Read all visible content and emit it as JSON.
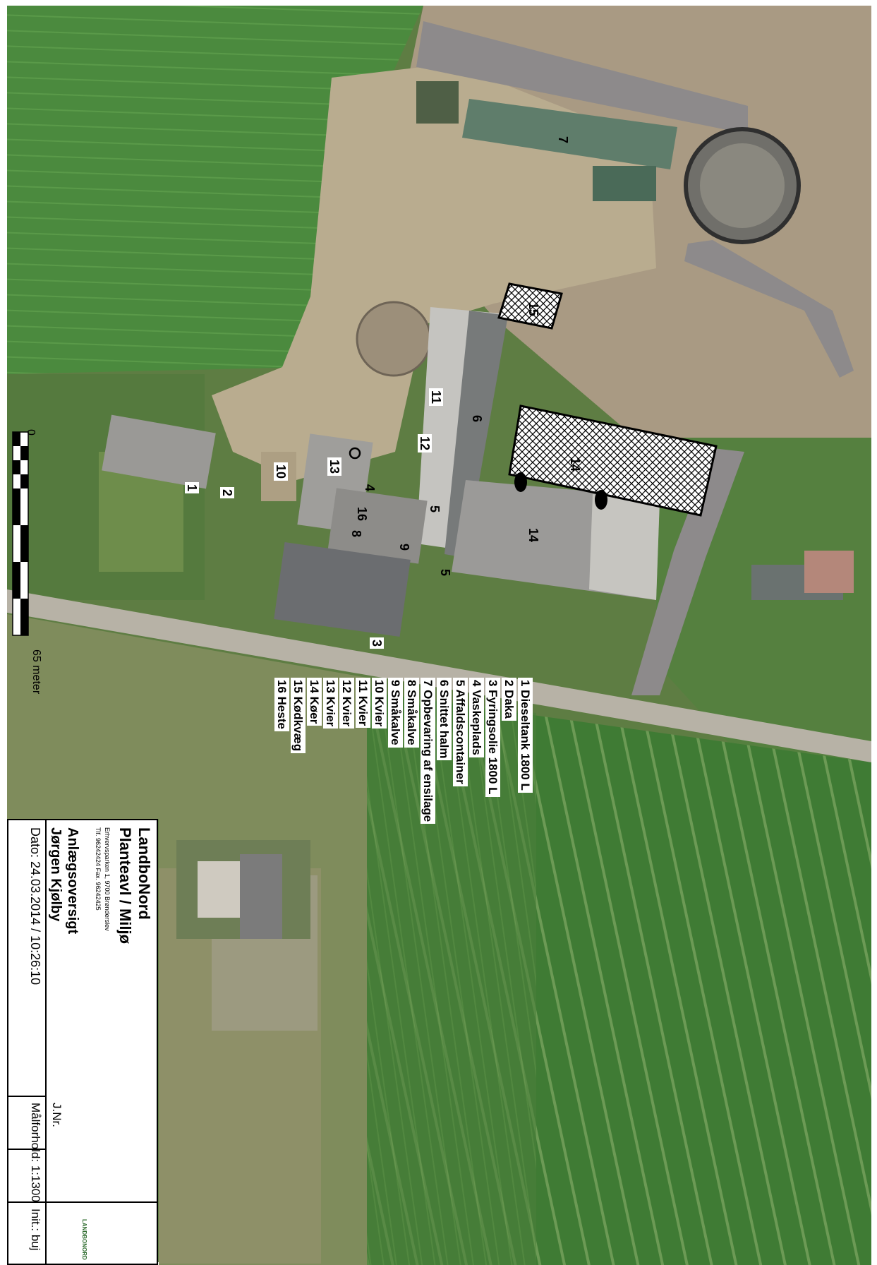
{
  "map_labels": {
    "b1": "1",
    "b2": "2",
    "b3": "3",
    "b4": "4",
    "b5a": "5",
    "b5b": "5",
    "b6": "6",
    "b7": "7",
    "b8": "8",
    "b9": "9",
    "b10": "10",
    "b11": "11",
    "b12": "12",
    "b13": "13",
    "b14a": "14",
    "b14b": "14",
    "b15": "15",
    "b16": "16"
  },
  "legend": [
    "1 Dieseltank 1800 L",
    "2 Daka",
    "3 Fyringsolie 1800 L",
    "4 Vaskeplads",
    "5 Affaldscontainer",
    "6 Snittet halm",
    "7 Opbevaring af ensilage",
    "8 Småkalve",
    "9 Småkalve",
    "10 Kvier",
    "11 Kvier",
    "12 Kvier",
    "13 Kvier",
    "14 Køer",
    "15 Kødkvæg",
    "16 Heste"
  ],
  "scale_bar": {
    "start": "0",
    "end": "65 meter"
  },
  "title_block": {
    "org": "LandboNord",
    "dept": "Planteavl / Miljø",
    "address": "Erhvervsparken 1, 9700 Brønderslev",
    "phone": "Tlf. 96242424  Fax. 96242425",
    "jnr": "J.Nr.",
    "title": "Anlægsoversigt",
    "person": "Jørgen Kjølby",
    "date": "Dato: 24.03.2014 / 10:26:10",
    "scale": "Målforhold: 1:1300",
    "init": "Init.: buj",
    "logo_text": "LANDBONORD"
  },
  "colors": {
    "field_green": "#3f7a36",
    "crop_green": "#4f8a3c",
    "soil": "#a8977a",
    "gray_area": "#8f8c8c",
    "road": "#b9b4a8"
  }
}
